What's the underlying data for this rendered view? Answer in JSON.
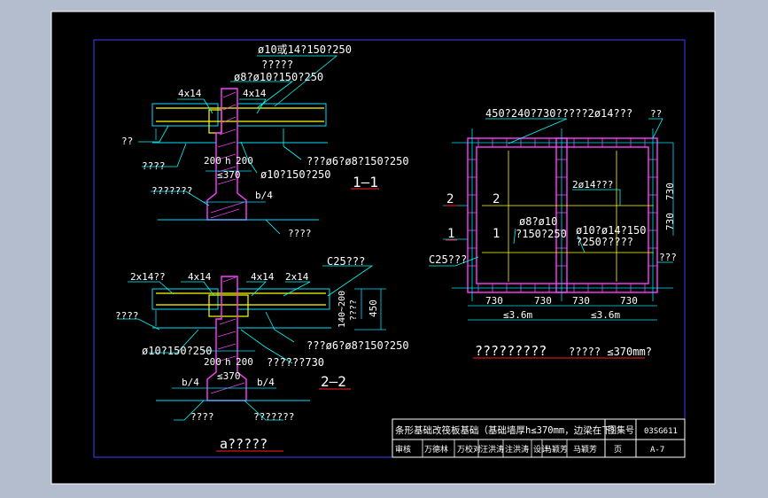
{
  "colors": {
    "background": "#b3bdcd",
    "canvas": "#000000",
    "text": "#ffffff",
    "dim": "#00e0ff",
    "leader": "#00ffff",
    "wall": "#ff40ff",
    "rebar": "#ffff00",
    "underline": "#ff2020",
    "frame": "#ffffff",
    "border": "#4040ff"
  },
  "section_1_1": {
    "label_rebar_top": "ø10或14?150?250",
    "label_rebar_top2": "?????",
    "label_rebar_top3": "ø8?ø10?150?250",
    "label_left_bar": "4ⅹ14",
    "label_right_bar": "4ⅹ14",
    "label_left_note": "??",
    "label_left_note2": "????",
    "label_dim_200": "200",
    "label_dim_h": "h",
    "label_dim_200b": "200",
    "label_dim_370": "≤370",
    "label_right_note": "???ø6?ø8?150?250",
    "label_right_note2": "ø10?150?250",
    "label_foot_left": "???????",
    "label_foot_right": "b/4",
    "label_ground": "????",
    "title": "1—1"
  },
  "section_2_2": {
    "label_left_bar": "2ⅹ14??",
    "label_mid_left": "4ⅹ14",
    "label_mid_right": "4ⅹ14",
    "label_right_bar": "2ⅹ14",
    "label_concrete": "C25???",
    "label_left_note": "????",
    "label_dim_140": "140~200",
    "label_dim_q": "????",
    "label_dim_450": "450",
    "label_bottom_left": "ø10?150?250",
    "label_dim_200": "200",
    "label_dim_h": "h",
    "label_dim_200b": "200",
    "label_dim_370": "≤370",
    "label_right_note": "???ø6?ø8?150?250",
    "label_right_note2": "??????730",
    "label_foot_left": "b/4",
    "label_foot_right": "b/4",
    "label_ground_left": "????",
    "label_ground_right": "???????",
    "title": "2—2"
  },
  "plan": {
    "label_top": "450?240?730?????2ø14???",
    "label_top_right": "??",
    "label_mark_2a": "2",
    "label_mark_2b": "2",
    "label_mark_1a": "1",
    "label_mark_1b": "1",
    "label_bar_right": "2ø14???",
    "label_rebar1": "ø8?ø10",
    "label_rebar1b": "?150?250",
    "label_rebar2": "ø10?ø14?150",
    "label_rebar2b": "?250?????",
    "label_concrete": "C25???",
    "label_side_right": "???",
    "dim_730_r1": "730",
    "dim_730_r2": "730",
    "dim_bottom": [
      "730",
      "730",
      "730",
      "730"
    ],
    "dim_span_left": "≤3.6m",
    "dim_span_right": "≤3.6m",
    "caption": "?????????",
    "caption_note": "????? ≤370mm?"
  },
  "bottom_caption": "a?????",
  "title_block": {
    "title": "条形基础改筏板基础（基础墙厚h≤370mm，边梁在下）",
    "atlas_label": "图集号",
    "atlas_no": "03SG611",
    "row2": [
      "审核",
      "万德林",
      "万",
      "校对",
      "汪洪涛",
      "注洪涛",
      "设计",
      "马颖芳",
      "马颖芳"
    ],
    "page_label": "页",
    "page_no": "A-7"
  }
}
